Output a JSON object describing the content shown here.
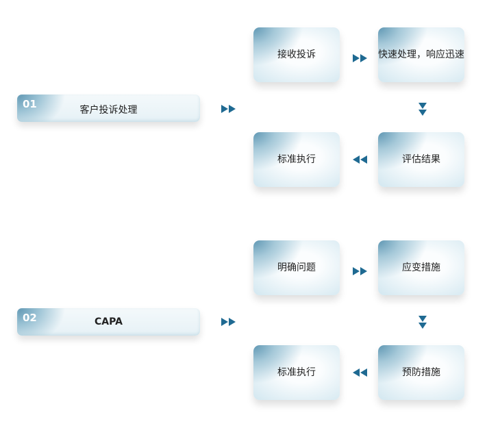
{
  "groups": [
    {
      "num": "01",
      "title": "客户投诉处理",
      "steps": [
        "接收投诉",
        "快速处理，响应迅速",
        "评估结果",
        "标准执行"
      ]
    },
    {
      "num": "02",
      "title": "CAPA",
      "steps": [
        "明确问题",
        "应变措施",
        "预防措施",
        "标准执行"
      ]
    }
  ],
  "colors": {
    "arrow": "#1f6a92",
    "accent": "#5f97b3"
  }
}
